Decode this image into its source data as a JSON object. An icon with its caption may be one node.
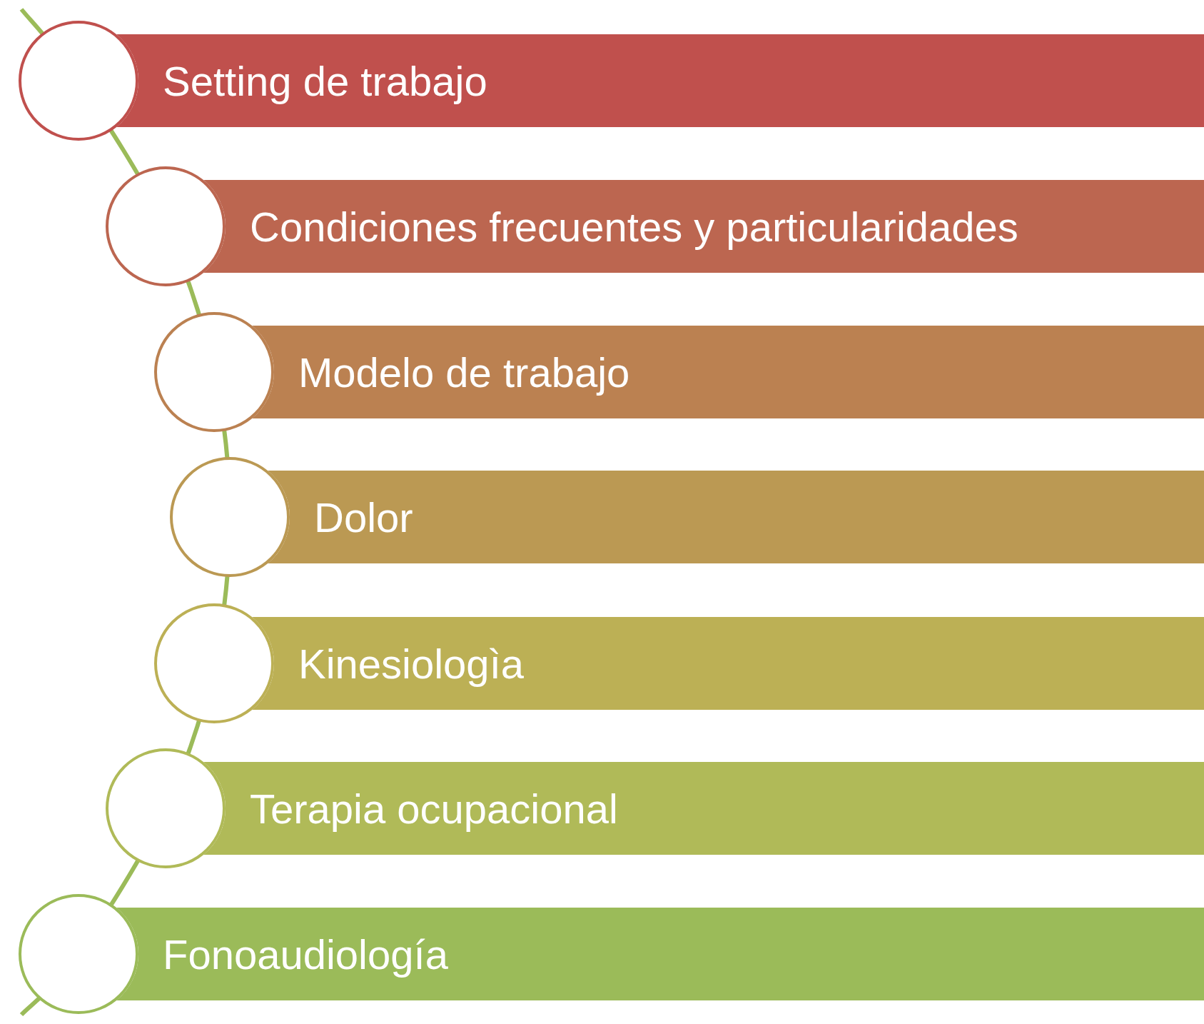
{
  "diagram": {
    "nodes": [
      {
        "text": [
          "Setting de trabajo"
        ]
      },
      {
        "text": [
          "Condiciones frecuentes y particularidades"
        ]
      },
      {
        "text": [
          "Modelo de trabajo"
        ]
      },
      {
        "text": [
          "Dolor"
        ]
      },
      {
        "text": [
          "Kinesiologìa"
        ]
      },
      {
        "text": [
          "Terapia ocupacional"
        ]
      },
      {
        "text": [
          "Fonoaudiología"
        ]
      },
      {
        "text": [],
        "shape": "circle"
      },
      {
        "text": [],
        "shape": "circle"
      },
      {
        "text": [],
        "shape": "circle"
      },
      {
        "text": [],
        "shape": "circle"
      },
      {
        "text": [],
        "shape": "circle"
      },
      {
        "text": [],
        "shape": "circle"
      },
      {
        "text": [],
        "shape": "circle"
      }
    ]
  }
}
